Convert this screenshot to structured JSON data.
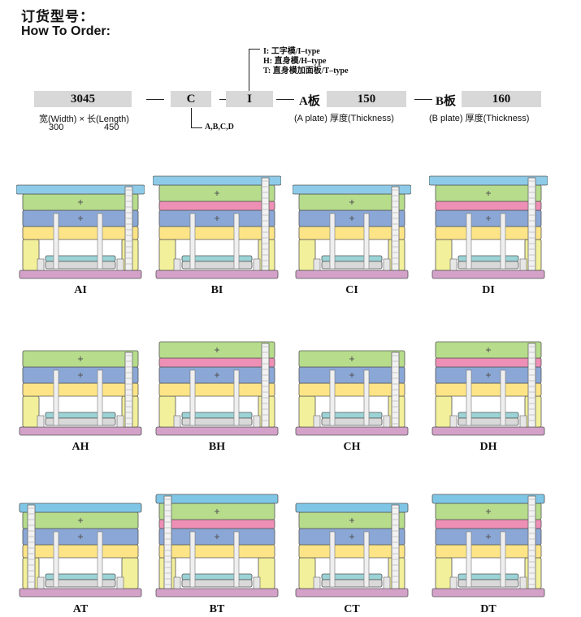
{
  "header": {
    "title_cn": "订货型号：",
    "title_en": "How To Order:"
  },
  "order_code": {
    "size_value": "3045",
    "size_label": "宽(Width) × 长(Length)",
    "width_value": "300",
    "length_value": "450",
    "series_value": "C",
    "series_options": "A,B,C,D",
    "type_value": "I",
    "type_options": [
      "I:  工字模/I–type",
      "H: 直身模/H–type",
      "T: 直身模加面板/T–type"
    ],
    "a_plate_label": "A板",
    "a_plate_value": "150",
    "a_plate_desc": "(A plate)  厚度(Thickness)",
    "b_plate_label": "B板",
    "b_plate_value": "160",
    "b_plate_desc": "(B plate)  厚度(Thickness)"
  },
  "colors": {
    "top_plate": "#8ecbe8",
    "a_plate": "#b6dc8c",
    "pink_plate": "#ee8fb6",
    "b_plate": "#8aa7d6",
    "support": "#fde587",
    "spacer": "#f2f09a",
    "ejector": "#9bd3d6",
    "bottom_plate": "#d4a1c9"
  },
  "molds": [
    {
      "label": "AI",
      "top": true,
      "pink": false,
      "narrow": false,
      "pin": "left"
    },
    {
      "label": "BI",
      "top": true,
      "pink": true,
      "narrow": false,
      "pin": "left"
    },
    {
      "label": "CI",
      "top": true,
      "pink": false,
      "narrow": true,
      "pin": "right"
    },
    {
      "label": "DI",
      "top": true,
      "pink": true,
      "narrow": true,
      "pin": "right"
    },
    {
      "label": "AH",
      "top": false,
      "pink": false,
      "narrow": false,
      "pin": "left"
    },
    {
      "label": "BH",
      "top": false,
      "pink": true,
      "narrow": false,
      "pin": "left"
    },
    {
      "label": "CH",
      "top": false,
      "pink": false,
      "narrow": true,
      "pin": "right"
    },
    {
      "label": "DH",
      "top": false,
      "pink": true,
      "narrow": true,
      "pin": "right"
    },
    {
      "label": "AT",
      "top": true,
      "pink": false,
      "narrow": false,
      "pin": "left",
      "tplate": true
    },
    {
      "label": "BT",
      "top": true,
      "pink": true,
      "narrow": false,
      "pin": "left",
      "tplate": true
    },
    {
      "label": "CT",
      "top": true,
      "pink": false,
      "narrow": true,
      "pin": "right",
      "tplate": true
    },
    {
      "label": "DT",
      "top": true,
      "pink": true,
      "narrow": true,
      "pin": "right",
      "tplate": true
    }
  ]
}
